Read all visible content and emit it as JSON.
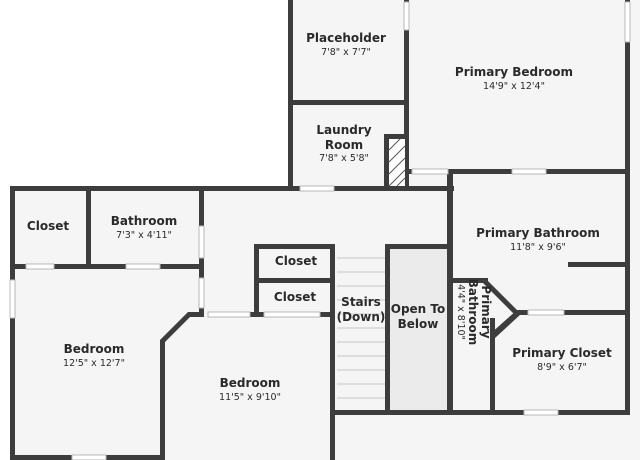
{
  "rooms": {
    "placeholder": {
      "name": "Placeholder",
      "dim": "7'8\" x 7'7\""
    },
    "primary_bedroom": {
      "name": "Primary Bedroom",
      "dim": "14'9\" x 12'4\""
    },
    "laundry": {
      "name_line1": "Laundry",
      "name_line2": "Room",
      "dim": "7'8\" x 5'8\""
    },
    "closet_left": {
      "name": "Closet"
    },
    "bathroom": {
      "name": "Bathroom",
      "dim": "7'3\" x 4'11\""
    },
    "closet_mid_1": {
      "name": "Closet"
    },
    "closet_mid_2": {
      "name": "Closet"
    },
    "stairs": {
      "name_line1": "Stairs",
      "name_line2": "(Down)"
    },
    "open_to_below": {
      "name_line1": "Open To",
      "name_line2": "Below"
    },
    "primary_bathroom": {
      "name": "Primary Bathroom",
      "dim": "11'8\" x 9'6\""
    },
    "primary_bathroom_small": {
      "name_line1": "Primary",
      "name_line2": "Bathroom",
      "dim": "4'4\" x 8'10\""
    },
    "primary_closet": {
      "name": "Primary Closet",
      "dim": "8'9\" x 6'7\""
    },
    "bedroom_left": {
      "name": "Bedroom",
      "dim": "12'5\" x 12'7\""
    },
    "bedroom_center": {
      "name": "Bedroom",
      "dim": "11'5\" x 9'10\""
    }
  }
}
